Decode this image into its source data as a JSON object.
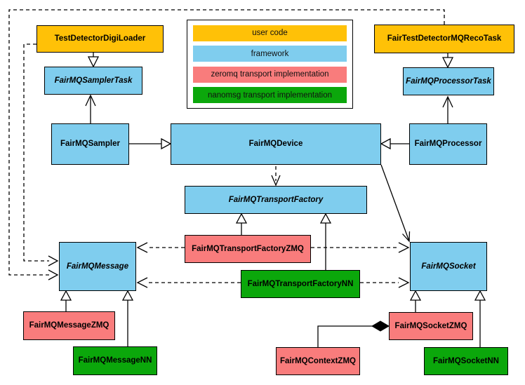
{
  "colors": {
    "user_code": "#ffc107",
    "framework": "#7fcdee",
    "zeromq": "#f97c7c",
    "nanomsg": "#0ba70b",
    "line": "#000000"
  },
  "legend": {
    "items": [
      {
        "label": "user code",
        "color": "#ffc107"
      },
      {
        "label": "framework",
        "color": "#7fcdee"
      },
      {
        "label": "zeromq transport implementation",
        "color": "#f97c7c"
      },
      {
        "label": "nanomsg transport implementation",
        "color": "#0ba70b"
      }
    ]
  },
  "nodes": {
    "testDetectorDigiLoader": {
      "label": "TestDetectorDigiLoader"
    },
    "fairTestDetectorMQRecoTask": {
      "label": "FairTestDetectorMQRecoTask"
    },
    "fairMQSamplerTask": {
      "label": "FairMQSamplerTask"
    },
    "fairMQProcessorTask": {
      "label": "FairMQProcessorTask"
    },
    "fairMQSampler": {
      "label": "FairMQSampler"
    },
    "fairMQDevice": {
      "label": "FairMQDevice"
    },
    "fairMQProcessor": {
      "label": "FairMQProcessor"
    },
    "fairMQTransportFactory": {
      "label": "FairMQTransportFactory"
    },
    "fairMQTransportFactoryZMQ": {
      "label": "FairMQTransportFactoryZMQ"
    },
    "fairMQTransportFactoryNN": {
      "label": "FairMQTransportFactoryNN"
    },
    "fairMQMessage": {
      "label": "FairMQMessage"
    },
    "fairMQSocket": {
      "label": "FairMQSocket"
    },
    "fairMQMessageZMQ": {
      "label": "FairMQMessageZMQ"
    },
    "fairMQMessageNN": {
      "label": "FairMQMessageNN"
    },
    "fairMQSocketZMQ": {
      "label": "FairMQSocketZMQ"
    },
    "fairMQSocketNN": {
      "label": "FairMQSocketNN"
    },
    "fairMQContextZMQ": {
      "label": "FairMQContextZMQ"
    }
  }
}
